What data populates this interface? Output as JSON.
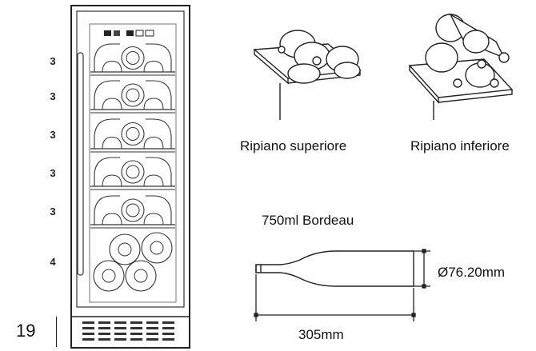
{
  "page": {
    "number": "19"
  },
  "shelf_counts": [
    "3",
    "3",
    "3",
    "3",
    "3",
    "4"
  ],
  "labels": {
    "upper_shelf": "Ripiano superiore",
    "lower_shelf": "Ripiano inferiore",
    "bottle_type": "750ml Bordeau",
    "bottle_diameter": "Ø76.20mm",
    "bottle_length": "305mm"
  }
}
